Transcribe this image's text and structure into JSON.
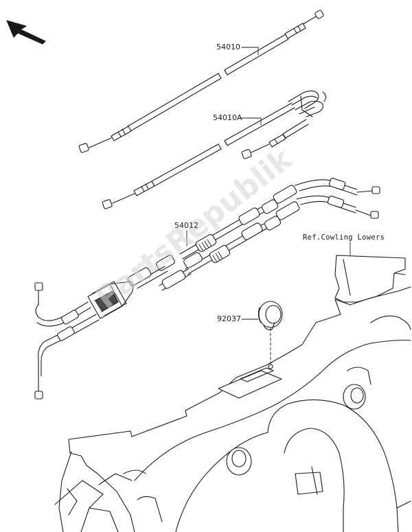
{
  "parts": [
    {
      "number": "54010"
    },
    {
      "number": "54010A"
    },
    {
      "number": "54012"
    },
    {
      "number": "92037"
    }
  ],
  "reference": "Ref.Cowling Lowers",
  "watermark": "PartsRepublik",
  "icons": {
    "direction": "arrow-front-left-icon"
  },
  "colors": {
    "line": "#1a1a1a",
    "fill": "#ffffff",
    "shade": "#4a4a4a"
  }
}
